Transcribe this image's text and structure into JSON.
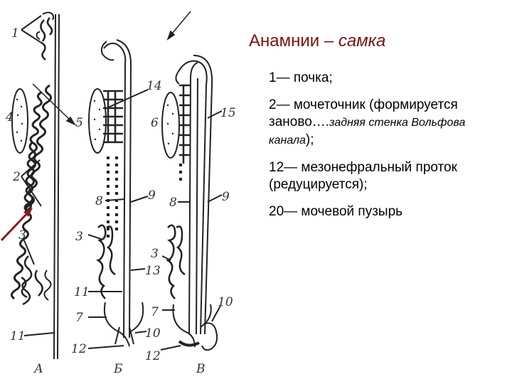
{
  "diagram": {
    "labels": {
      "n1": "1",
      "n2": "2",
      "n3": "3",
      "n4": "4",
      "n5": "5",
      "n6": "6",
      "n7": "7",
      "n8": "8",
      "n9": "9",
      "n10": "10",
      "n11": "11",
      "n12": "12",
      "n13": "13",
      "n14": "14",
      "n15": "15",
      "panelA": "А",
      "panelB": "Б",
      "panelV": "В"
    },
    "arrow_color": "#8b1a1a"
  },
  "text": {
    "title_plain": "Анамнии – ",
    "title_italic": "самка",
    "title_color": "#7a1010",
    "items": [
      {
        "lead": "1— почка;"
      },
      {
        "lead": " 2— мочеточник (формируется заново….",
        "tail_italic": "задняя стенка Вольфова канала",
        "close": ");"
      },
      {
        "lead": "12— мезонефральный проток (редуцируется);"
      },
      {
        "lead": "20— мочевой пузырь"
      }
    ]
  }
}
